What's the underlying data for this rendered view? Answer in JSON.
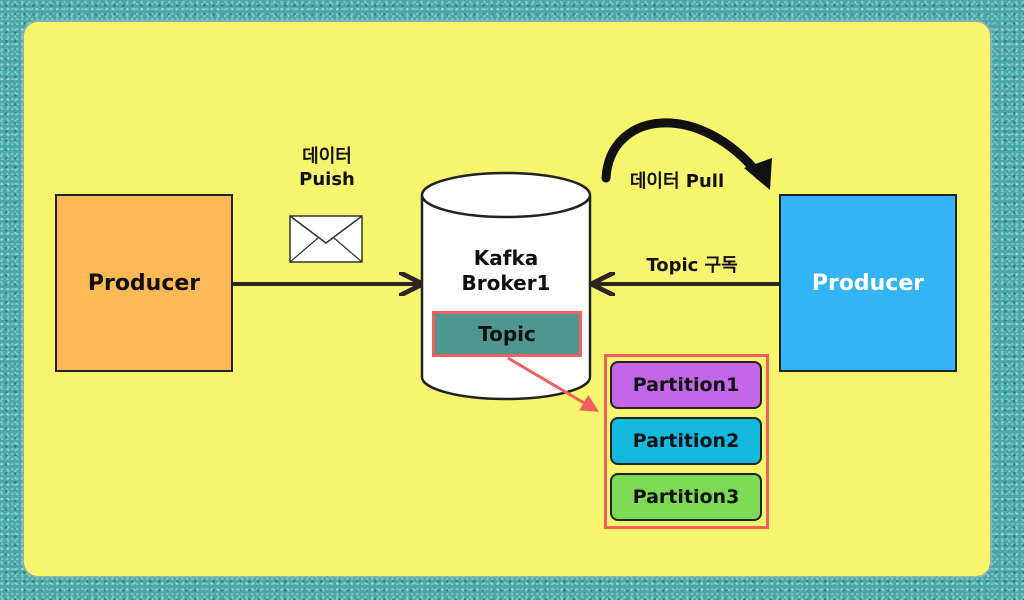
{
  "producer_left": {
    "label": "Producer"
  },
  "producer_right": {
    "label": "Producer"
  },
  "push": {
    "line1": "데이터",
    "line2": "Puish"
  },
  "pull": {
    "label": "데이터 Pull"
  },
  "subscribe": {
    "label": "Topic 구독"
  },
  "broker": {
    "line1": "Kafka",
    "line2": "Broker1"
  },
  "topic": {
    "label": "Topic"
  },
  "partitions": [
    {
      "label": "Partition1",
      "color": "#c566e8"
    },
    {
      "label": "Partition2",
      "color": "#12b8de"
    },
    {
      "label": "Partition3",
      "color": "#7ed956"
    }
  ],
  "colors": {
    "panel": "#f7f56e",
    "producer_left": "#fdb956",
    "producer_right": "#33b4f5",
    "topic": "#4f9690",
    "highlight": "#f06060"
  }
}
